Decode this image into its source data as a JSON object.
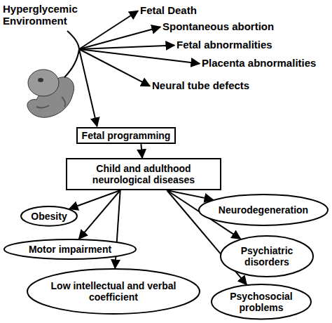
{
  "diagram": {
    "nodes": [
      {
        "text": [
          "Fetal programming"
        ]
      },
      {
        "text": [
          "Child and adulthood neurological diseases"
        ]
      },
      {
        "text": [
          "Obesity"
        ]
      },
      {
        "text": [
          "Neurodegeneration"
        ]
      },
      {
        "text": [
          "Motor impairment"
        ]
      },
      {
        "text": [
          "Psychiatric disorders"
        ]
      },
      {
        "text": [
          "Low intellectual and verbal coefficient"
        ]
      },
      {
        "text": [
          "Psychosocial problems"
        ]
      }
    ],
    "edges": [
      {
        "from": 0,
        "to": 1,
        "arrow": "to"
      },
      {
        "from": 1,
        "to": 2,
        "arrow": "to"
      },
      {
        "from": 1,
        "to": 3,
        "arrow": "to"
      },
      {
        "from": 1,
        "to": 4,
        "arrow": "to"
      },
      {
        "from": 1,
        "to": 5,
        "arrow": "to"
      },
      {
        "from": 1,
        "to": 6,
        "arrow": "to"
      },
      {
        "from": 1,
        "to": 7,
        "arrow": "to"
      }
    ],
    "labels": [
      "Hyperglycemic Environment",
      "Fetal Death",
      "Spontaneous abortion",
      "Fetal abnormalities",
      "Placenta abnormalities",
      "Neural tube defects"
    ]
  }
}
